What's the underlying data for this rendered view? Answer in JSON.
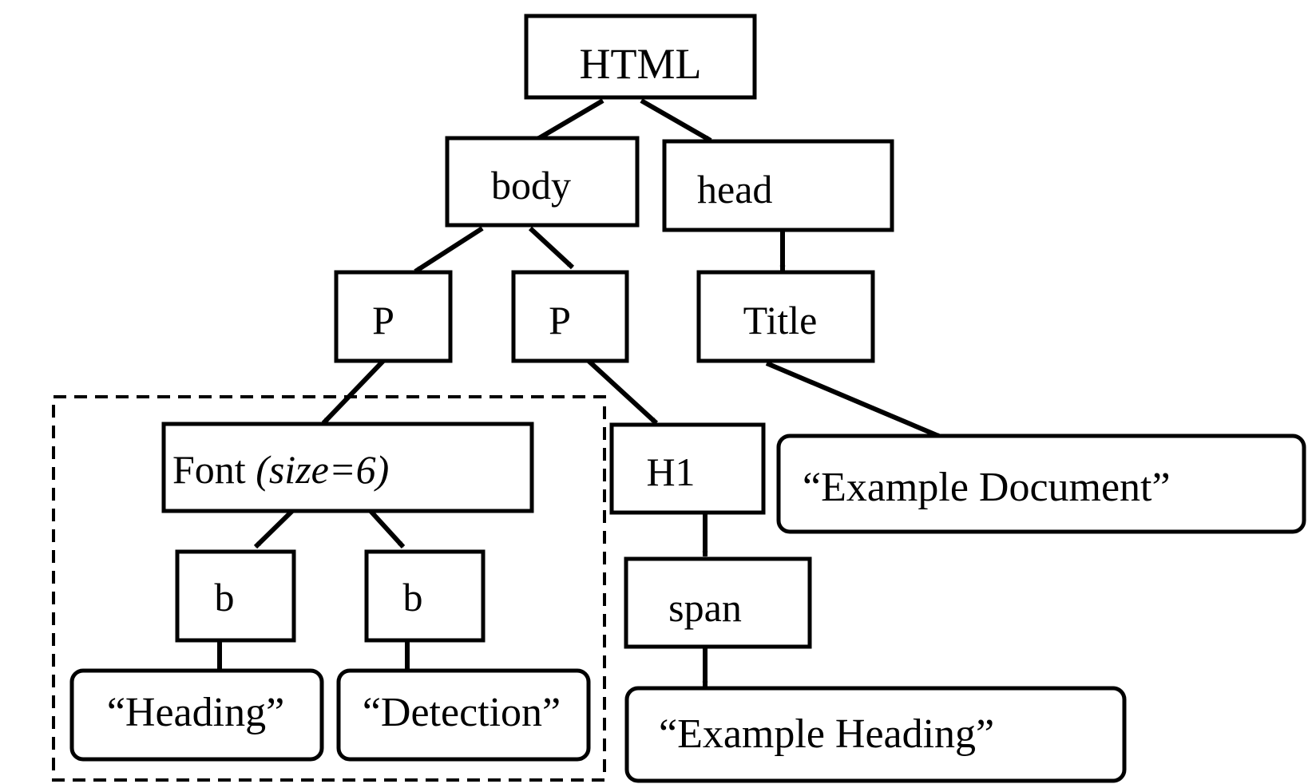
{
  "nodes": {
    "html": {
      "label": "HTML"
    },
    "body": {
      "label": "body"
    },
    "head": {
      "label": "head"
    },
    "p1": {
      "label": "P"
    },
    "p2": {
      "label": "P"
    },
    "title": {
      "label": "Title"
    },
    "font": {
      "label": "Font ",
      "attr": "(size=6)"
    },
    "h1": {
      "label": "H1"
    },
    "example_document": {
      "label": "“Example Document”"
    },
    "b1": {
      "label": "b"
    },
    "b2": {
      "label": "b"
    },
    "span": {
      "label": "span"
    },
    "heading_text": {
      "label": "“Heading”"
    },
    "detection_text": {
      "label": "“Detection”"
    },
    "example_heading": {
      "label": "“Example Heading”"
    }
  }
}
